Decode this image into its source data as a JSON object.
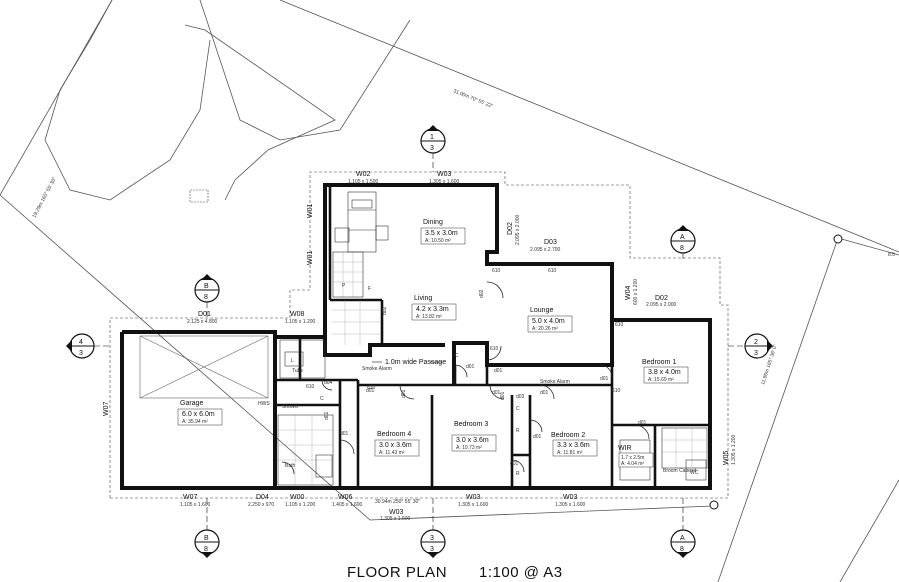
{
  "title": {
    "main": "FLOOR PLAN",
    "scale": "1:100 @ A3"
  },
  "boundaries": [
    {
      "text": "31.00m 70° 55' 22\"",
      "id": "north"
    },
    {
      "text": "19.29m 160° 55' 30\"",
      "id": "west"
    },
    {
      "text": "11.86m 165° 36' 0\"",
      "id": "east"
    },
    {
      "text": "8.5",
      "id": "east-cut"
    },
    {
      "text": "30.94m 250° 55' 30\"",
      "id": "south"
    }
  ],
  "rooms": [
    {
      "id": "garage",
      "name": "Garage",
      "size": "6.0 x 6.0m",
      "area": "A:  35.94 m²"
    },
    {
      "id": "dining",
      "name": "Dining",
      "size": "3.5 x 3.0m",
      "area": "A:  10.50 m²"
    },
    {
      "id": "living",
      "name": "Living",
      "size": "4.2 x 3.3m",
      "area": "A:  13.82 m²"
    },
    {
      "id": "lounge",
      "name": "Lounge",
      "size": "5.0 x 4.0m",
      "area": "A:  20.26 m²"
    },
    {
      "id": "bed1",
      "name": "Bedroom 1",
      "size": "3.8 x 4.0m",
      "area": "A:  15.69 m²"
    },
    {
      "id": "bed2",
      "name": "Bedroom 2",
      "size": "3.3 x 3.6m",
      "area": "A:  11.81 m²"
    },
    {
      "id": "bed3",
      "name": "Bedroom 3",
      "size": "3.0 x 3.6m",
      "area": "A:  10.73 m²"
    },
    {
      "id": "bed4",
      "name": "Bedroom 4",
      "size": "3.0 x 3.6m",
      "area": "A:  11.43 m²"
    },
    {
      "id": "wir",
      "name": "WIR",
      "size": "1.7 x 2.5m",
      "area": "A:  4.04 m²"
    }
  ],
  "passage": "1.0m wide Passage",
  "windows": [
    {
      "tag": "W02",
      "dim": "1.105 x 1.500"
    },
    {
      "tag": "W03",
      "dim": "1.305 x 1.600"
    },
    {
      "tag": "W07",
      "dim": "1.105 x 1.600"
    },
    {
      "tag": "D04",
      "dim": "2.250 x 970"
    },
    {
      "tag": "W00",
      "dim": "1.105 x 1.200"
    },
    {
      "tag": "W06",
      "dim": "1.405 x 1.600"
    },
    {
      "tag": "W03",
      "dim": "1.305 x 1.600"
    },
    {
      "tag": "W03",
      "dim": "1.305 x 1.600"
    },
    {
      "tag": "W03",
      "dim": "1.305 x 1.600"
    },
    {
      "tag": "D01",
      "dim": "2.125 x 4.800"
    },
    {
      "tag": "W08",
      "dim": "1.105 x 1.200"
    },
    {
      "tag": "D03",
      "dim": "2.095 x 2.700"
    },
    {
      "tag": "D02",
      "dim": "2.095 x 2.000"
    },
    {
      "tag": "W04",
      "dim": "600 x 1.200"
    },
    {
      "tag": "W05",
      "dim": "1.305 x 1.200"
    },
    {
      "tag": "D02",
      "dim": "2.095 x 2.000"
    }
  ],
  "doors": [
    "d01",
    "d01",
    "d01",
    "d01",
    "d01",
    "d01",
    "d01",
    "d01",
    "d01",
    "d01",
    "d02",
    "d02",
    "d03",
    "d04",
    "d01",
    "d01",
    "d01"
  ],
  "sections": [
    {
      "num": "1",
      "sheet": "3"
    },
    {
      "num": "B",
      "sheet": "8"
    },
    {
      "num": "A",
      "sheet": "8"
    },
    {
      "num": "4",
      "sheet": "3"
    },
    {
      "num": "2",
      "sheet": "3"
    },
    {
      "num": "B",
      "sheet": "8"
    },
    {
      "num": "3",
      "sheet": "3"
    },
    {
      "num": "A",
      "sheet": "8"
    }
  ],
  "misc": {
    "smoke1": "Smoke Alarm",
    "smoke2": "Smoke Alarm",
    "bath": "Bath",
    "shower": "Shower",
    "pantry": "P",
    "fridge": "F",
    "linen": "L",
    "c": "C",
    "wc": "WC",
    "r": "R",
    "ens": "Ens",
    "hot_water": "HWS",
    "broom": "Broom Cabinet",
    "laundry": "Tubs",
    "level": "610"
  }
}
